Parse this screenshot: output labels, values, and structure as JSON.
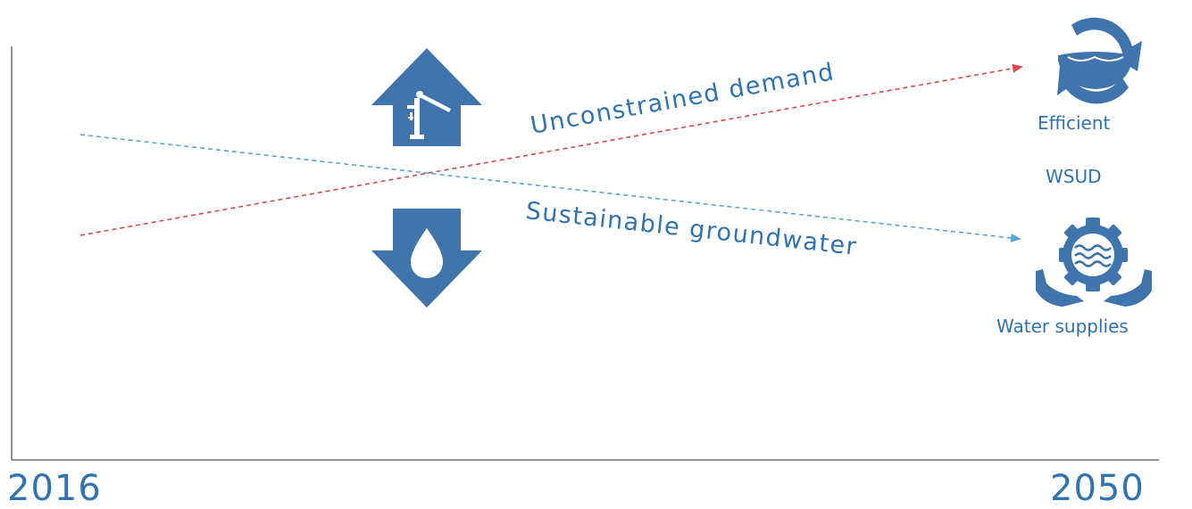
{
  "axis": {
    "start_label": "2016",
    "end_label": "2050"
  },
  "lines": [
    {
      "label": "Unconstrained demand",
      "color": "#d9484b",
      "direction": "increasing"
    },
    {
      "label": "Sustainable groundwater",
      "color": "#5ba4d1",
      "direction": "decreasing"
    }
  ],
  "labels": {
    "efficient": "Efficient",
    "wsud": "WSUD",
    "water_supplies": "Water supplies"
  },
  "icons": {
    "up_arrow": "house-pump-up-arrow-icon",
    "down_arrow": "water-drop-down-arrow-icon",
    "efficient": "recycle-water-icon",
    "supplies": "gear-hands-water-icon"
  },
  "colors": {
    "primary": "#2f73b0",
    "icon": "#3f74ad",
    "axis": "#6e6e6e",
    "demand": "#d9484b",
    "groundwater": "#5ba4d1"
  }
}
